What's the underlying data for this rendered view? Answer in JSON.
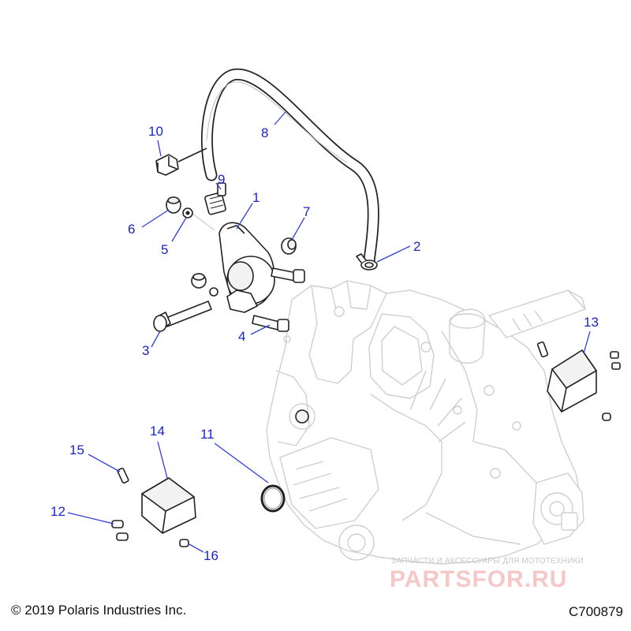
{
  "diagram": {
    "callouts": [
      {
        "id": "1",
        "label": "1"
      },
      {
        "id": "2",
        "label": "2"
      },
      {
        "id": "3",
        "label": "3"
      },
      {
        "id": "4",
        "label": "4"
      },
      {
        "id": "5",
        "label": "5"
      },
      {
        "id": "6",
        "label": "6"
      },
      {
        "id": "7",
        "label": "7"
      },
      {
        "id": "8",
        "label": "8"
      },
      {
        "id": "9",
        "label": "9"
      },
      {
        "id": "10",
        "label": "10"
      },
      {
        "id": "11",
        "label": "11"
      },
      {
        "id": "12",
        "label": "12"
      },
      {
        "id": "13",
        "label": "13"
      },
      {
        "id": "14",
        "label": "14"
      },
      {
        "id": "15",
        "label": "15"
      },
      {
        "id": "16",
        "label": "16"
      }
    ],
    "callout_color": "#1c24c4"
  },
  "footer": {
    "copyright": "© 2019 Polaris Industries Inc.",
    "figure_id": "C700879"
  },
  "watermark": {
    "line1": "ЗАПЧАСТИ И АКСЕССУАРЫ ДЛЯ МОТОТЕХНИКИ",
    "line2": "PARTSFOR.RU"
  }
}
